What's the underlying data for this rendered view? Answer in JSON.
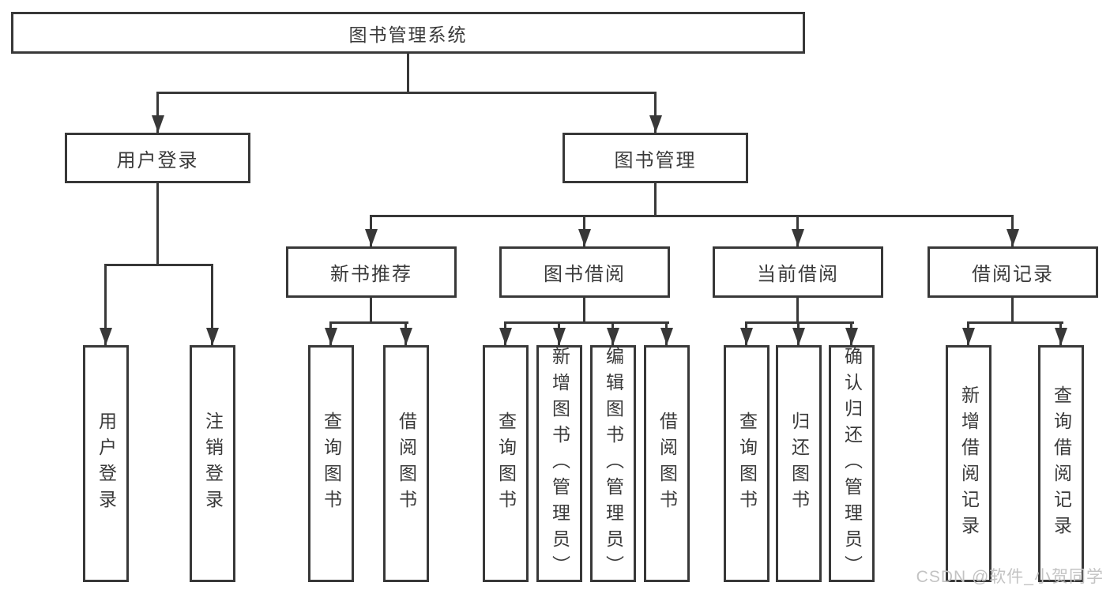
{
  "diagram": {
    "root": {
      "label": "图书管理系统"
    },
    "level2": [
      {
        "label": "用户登录"
      },
      {
        "label": "图书管理"
      }
    ],
    "level3": [
      {
        "label": "新书推荐"
      },
      {
        "label": "图书借阅"
      },
      {
        "label": "当前借阅"
      },
      {
        "label": "借阅记录"
      }
    ],
    "leaves": {
      "user_login": [
        "用户登录",
        "注销登录"
      ],
      "new_book_recommend": [
        "查询图书",
        "借阅图书"
      ],
      "book_borrow": [
        "查询图书",
        "新增图书（管理员）",
        "编辑图书（管理员）",
        "借阅图书"
      ],
      "current_borrow": [
        "查询图书",
        "归还图书",
        "确认归还（管理员）"
      ],
      "borrow_record": [
        "新增借阅记录",
        "查询借阅记录"
      ]
    }
  },
  "watermark": {
    "text": "CSDN @软件_小贺同学"
  },
  "colors": {
    "line": "#383838",
    "text": "#3a3a3a",
    "watermark": "#c3c3c3",
    "background": "#ffffff"
  }
}
